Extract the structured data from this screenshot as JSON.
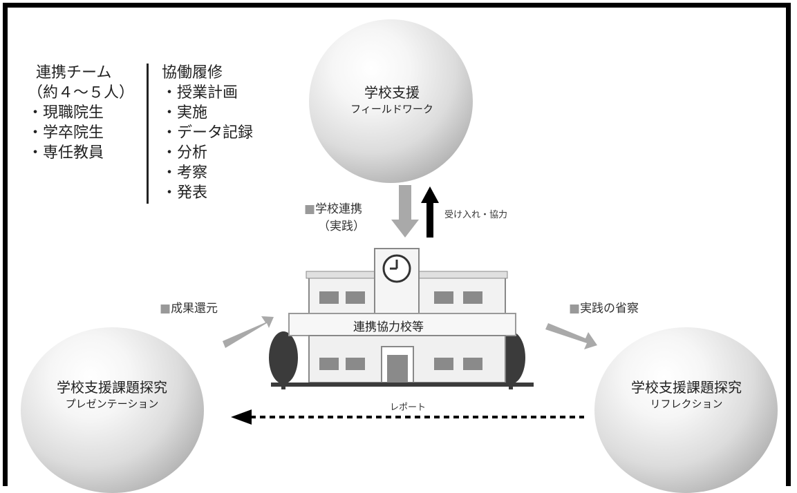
{
  "team": {
    "title": "連携チーム",
    "size": "（約４～５人）",
    "members": [
      "・現職院生",
      "・学卒院生",
      "・専任教員"
    ]
  },
  "coop": {
    "title": "協働履修",
    "items": [
      "・授業計画",
      "・実施",
      "・データ記録",
      "・分析",
      "・考察",
      "・発表"
    ]
  },
  "spheres": {
    "top": {
      "main": "学校支援",
      "sub": "フィールドワーク"
    },
    "left": {
      "main": "学校支援課題探究",
      "sub": "プレゼンテーション"
    },
    "right": {
      "main": "学校支援課題探究",
      "sub": "リフレクション"
    }
  },
  "school": {
    "sign": "連携協力校等"
  },
  "arrows": {
    "down_square": "■",
    "down_label_1": "学校連携",
    "down_label_2": "（実践）",
    "up_label": "受け入れ・協力",
    "left_square": "■",
    "left_label": "成果還元",
    "right_square": "■",
    "right_label": "実践の省察",
    "report_label": "レポート"
  }
}
